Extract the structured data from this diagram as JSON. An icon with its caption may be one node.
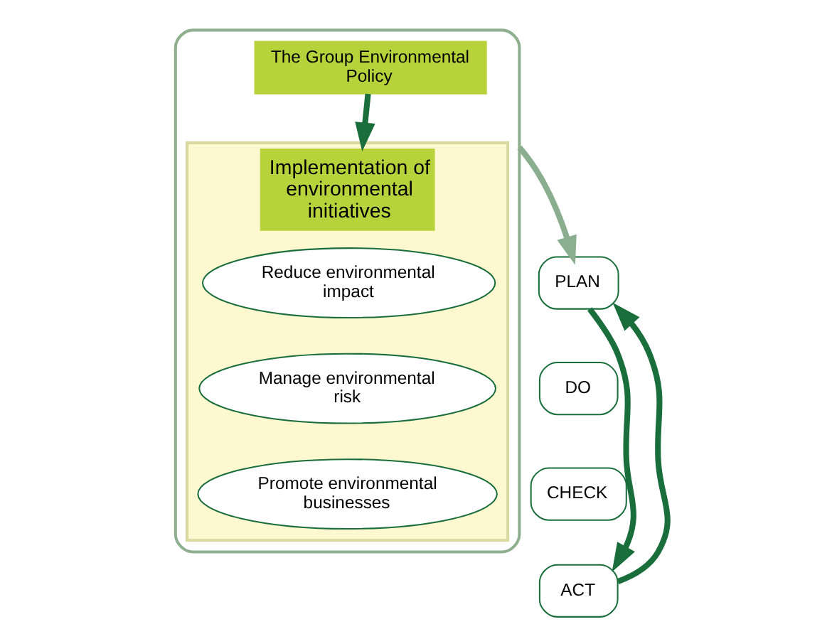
{
  "diagram": {
    "nodes": [
      {
        "text": [],
        "shape": "box"
      },
      {
        "text": [
          "The Group Environmental Policy"
        ],
        "in": 0
      },
      {
        "text": [
          "Implementation of environmental initiatives"
        ],
        "in": 0
      },
      {
        "text": [
          "Reduce environmental impact"
        ],
        "in": 2
      },
      {
        "text": [
          "Manage environmental risk"
        ],
        "in": 2
      },
      {
        "text": [
          "Promote environmental businesses"
        ],
        "in": 2
      },
      {
        "text": [
          "PLAN"
        ]
      },
      {
        "text": [
          "DO"
        ]
      },
      {
        "text": [
          "CHECK"
        ]
      },
      {
        "text": [
          "ACT"
        ]
      }
    ],
    "edges": [
      {
        "from": 1,
        "to": 2,
        "arrow": "to"
      },
      {
        "from": 0,
        "to": 6,
        "arrow": "to",
        "color": "#8aae8f"
      },
      {
        "from": 6,
        "to": 9,
        "arrow": "to"
      },
      {
        "from": 9,
        "to": 6,
        "arrow": "to"
      }
    ]
  }
}
